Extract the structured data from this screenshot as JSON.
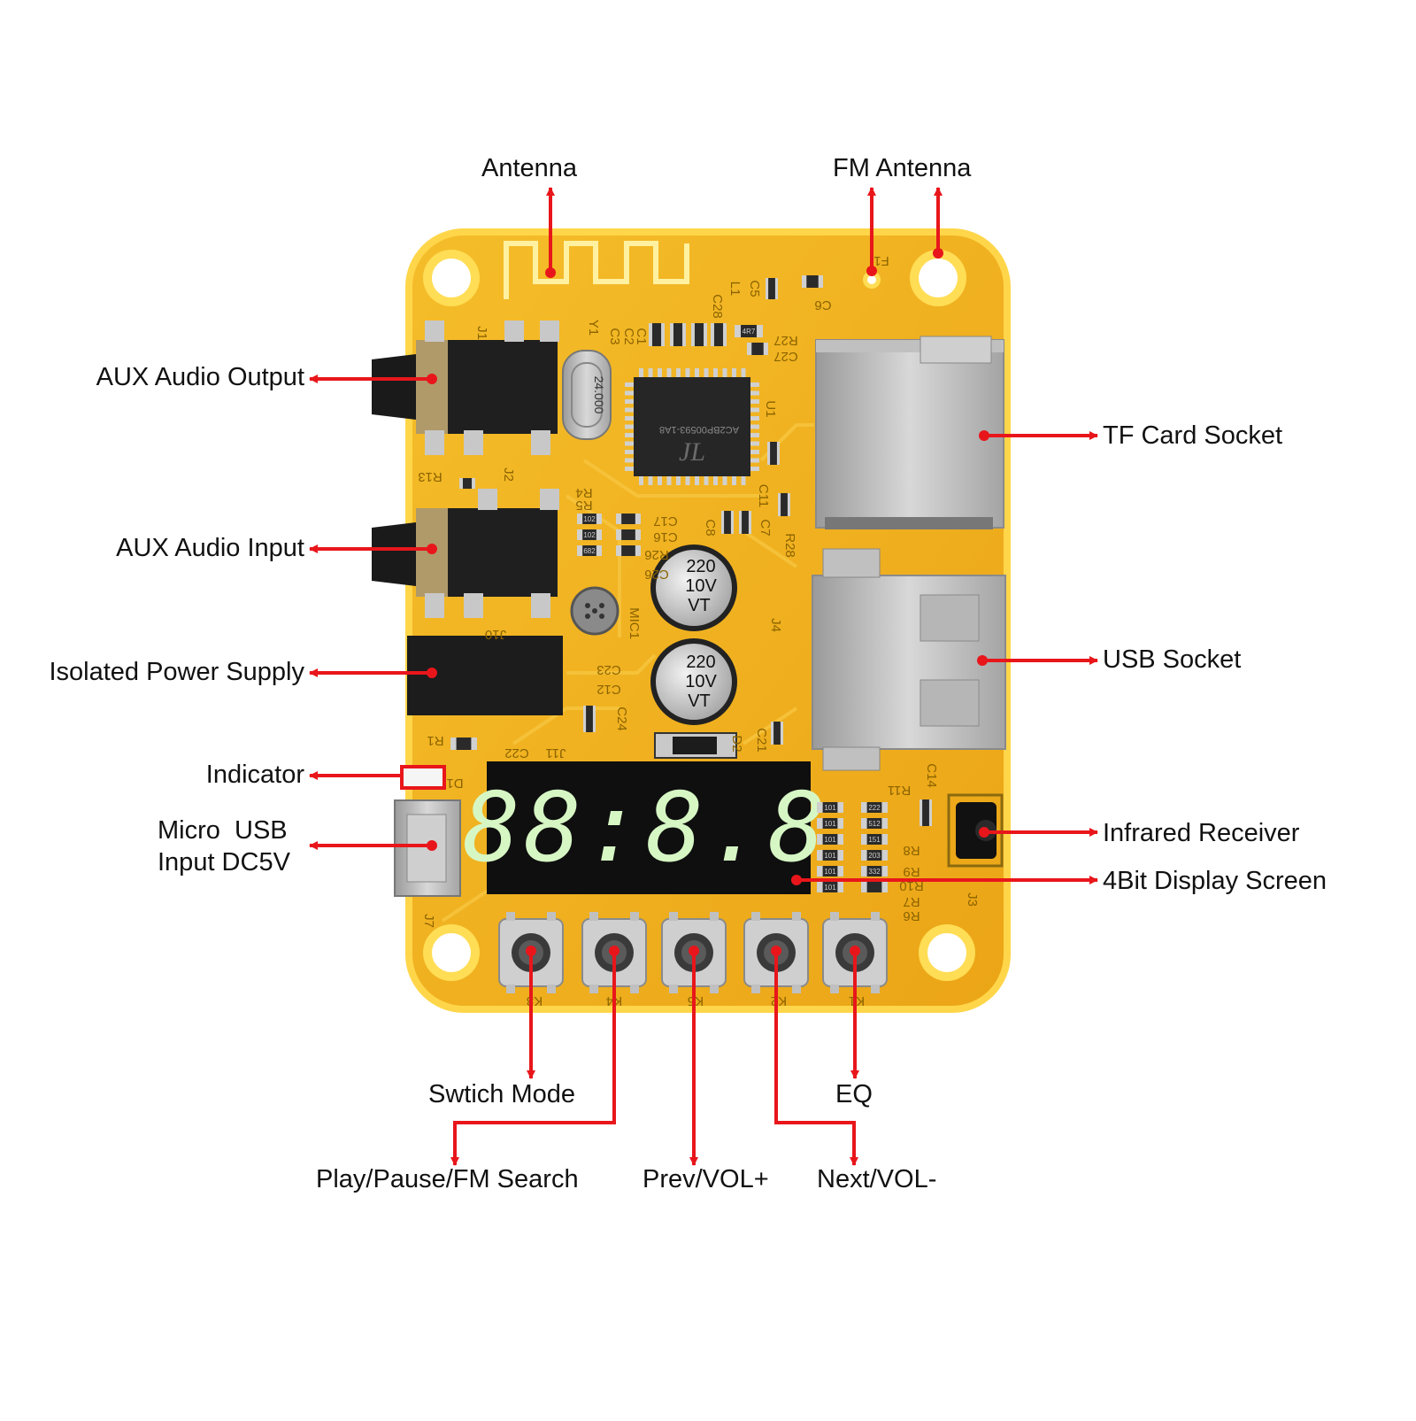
{
  "colors": {
    "arrow": "#e8161b",
    "board": "#f2b31c",
    "board_edge": "#ffd64a",
    "chip": "#262626",
    "metal": "#b9b9b9",
    "display_digit": "#d6f7c4"
  },
  "labels": {
    "antenna": "Antenna",
    "fm_antenna": "FM Antenna",
    "aux_output": "AUX Audio Output",
    "aux_input": "AUX Audio Input",
    "isolated_power": "Isolated Power Supply",
    "indicator": "Indicator",
    "micro_usb_line1": "Micro  USB",
    "micro_usb_line2": "Input DC5V",
    "tf_card": "TF Card Socket",
    "usb_socket": "USB Socket",
    "infrared": "Infrared Receiver",
    "display": "4Bit Display Screen",
    "switch_mode": "Swtich Mode",
    "play_pause": "Play/Pause/FM Search",
    "eq": "EQ",
    "prev_vol": "Prev/VOL+",
    "next_vol": "Next/VOL-"
  },
  "board_text": {
    "chip_marking": "AC2BP00593-1A8",
    "crystal": "24.000",
    "cap_1_l1": "220",
    "cap_1_l2": "10V",
    "cap_1_l3": "VT",
    "cap_2_l1": "220",
    "cap_2_l2": "10V",
    "cap_2_l3": "VT",
    "display_digits": "88:8.8",
    "ref_j1": "J1",
    "ref_j2": "J2",
    "ref_j10": "J10",
    "ref_j11": "J11",
    "ref_j7": "J7",
    "ref_j3": "J3",
    "ref_j4": "J4",
    "ref_r13": "R13",
    "ref_r1": "R1",
    "ref_c22": "C22",
    "ref_d1": "D1",
    "ref_y1": "Y1",
    "ref_c3": "C3",
    "ref_c2": "C2",
    "ref_c1": "C1",
    "ref_c28": "C28",
    "ref_l1": "L1",
    "ref_c5": "C5",
    "ref_c6": "C6",
    "ref_r27": "R27",
    "ref_c27": "C27",
    "ref_u1": "U1",
    "ref_r4": "R4",
    "ref_r5": "R5",
    "ref_c17": "C17",
    "ref_c16": "C16",
    "ref_r26": "R26",
    "ref_c26": "C26",
    "ref_c8": "C8",
    "ref_c7": "C7",
    "ref_c11": "C11",
    "ref_r28": "R28",
    "ref_mic1": "MIC1",
    "ref_c23": "C23",
    "ref_c12": "C12",
    "ref_c24": "C24",
    "ref_d2": "D2",
    "ref_c21": "C21",
    "ref_r11": "R11",
    "ref_c14": "C14",
    "ref_r9": "R9",
    "ref_r10": "R10",
    "ref_r8": "R8",
    "ref_r7": "R7",
    "ref_r6": "R6",
    "ref_k3": "K3",
    "ref_k4": "K4",
    "ref_k5": "K5",
    "ref_k2": "K2",
    "ref_k1": "K1",
    "ref_f1": "F1",
    "res_101": "101",
    "res_222": "222",
    "res_512": "512",
    "res_151": "151",
    "res_203": "203",
    "res_332": "332",
    "res_102": "102",
    "res_682": "682",
    "res_4r7": "4R7"
  }
}
